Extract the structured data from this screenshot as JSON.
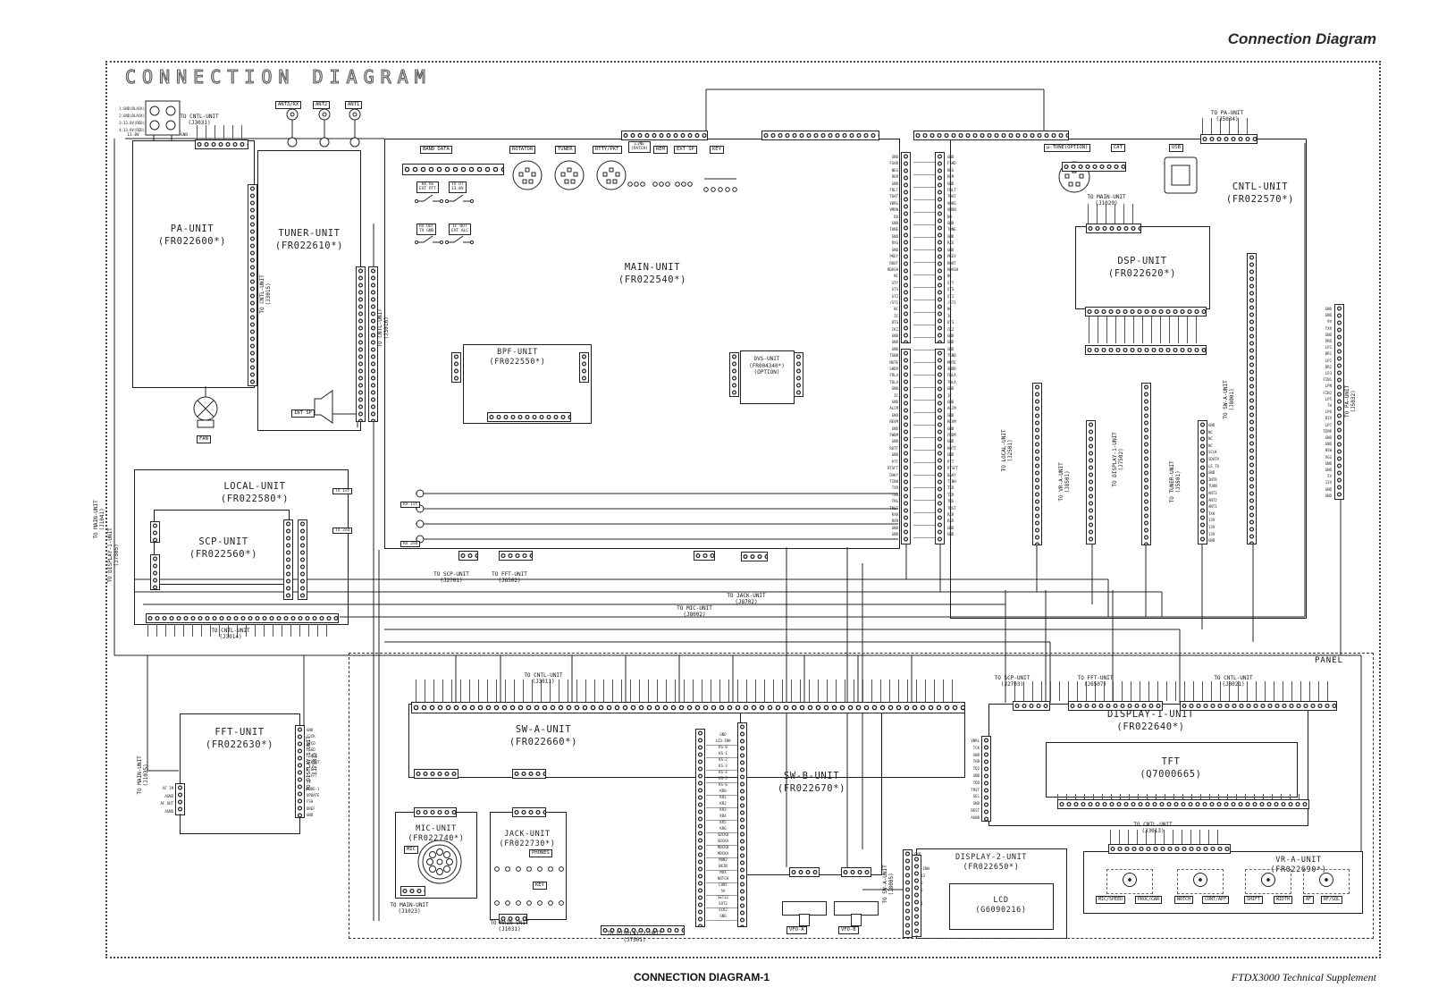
{
  "page": {
    "header_title": "Connection Diagram",
    "diagram_title": "CONNECTION DIAGRAM",
    "panel_label": "PANEL",
    "footer_left": "CONNECTION DIAGRAM-1",
    "footer_right": "FTDX3000 Technical Supplement"
  },
  "units": {
    "pa": "PA-UNIT\n(FR022600*)",
    "tuner": "TUNER-UNIT\n(FR022610*)",
    "main": "MAIN-UNIT\n(FR022540*)",
    "bpf": "BPF-UNIT\n(FR022550*)",
    "dvs": "DVS-UNIT\n(FR004340*)\n(OPTION)",
    "local": "LOCAL-UNIT\n(FR022580*)",
    "scp": "SCP-UNIT\n(FR022560*)",
    "dsp": "DSP-UNIT\n(FR022620*)",
    "cntl": "CNTL-UNIT\n(FR022570*)",
    "fft": "FFT-UNIT\n(FR022630*)",
    "swa": "SW-A-UNIT\n(FR022660*)",
    "swb": "SW-B-UNIT\n(FR022670*)",
    "mic": "MIC-UNIT\n(FR022740*)",
    "jack": "JACK-UNIT\n(FR022730*)",
    "disp1": "DISPLAY-1-UNIT\n(FR022640*)",
    "tft": "TFT\n(Q7000665)",
    "disp2": "DISPLAY-2-UNIT\n(FR022650*)",
    "lcd": "LCD\n(G6090216)",
    "vra": "VR-A-UNIT\n(FR022690*)"
  },
  "ports": {
    "band_data": "BAND DATA",
    "rotator": "ROTATOR",
    "tuner": "TUNER",
    "rtty": "RTTY/PKT",
    "line": "LINE\n(PATCH)",
    "rem": "REM",
    "ext_sp": "EXT SP",
    "key": "KEY",
    "utune": "µ-TUNE(OPTION)",
    "cat": "CAT",
    "usb": "USB",
    "ant3": "ANT3/RX",
    "ant2": "ANT2",
    "ant1": "ANT1",
    "mic": "MIC",
    "phones": "PHONES",
    "key_jack": "KEY",
    "fan": "FAN",
    "int_sp": "INT SP",
    "vfo_a": "VFO-A",
    "vfo_b": "VFO-B"
  },
  "options": [
    "RX US\nEXT PTT",
    "TX UT\n13.8V",
    "RX OUT\nTX GND",
    "IF OUT\nEXT ALC"
  ],
  "txrx": [
    "TX 1st",
    "RX 1st",
    "TX 2nd",
    "RX 2nd"
  ],
  "legend_dc": "1:GND(BLACK)\n2:GND(BLACK)\n3:13.8V(RED)\n4:13.8V(RED)",
  "power": {
    "v138": "13.8V",
    "gnd": "GND"
  },
  "vr": {
    "buttons": [
      "MIC/SPEED",
      "PROC/CAR",
      "NOTCH",
      "CONT/APF",
      "SHIFT",
      "WIDTH",
      "AF",
      "RF/SQL"
    ]
  },
  "ref_labels": [
    "TO CNTL-UNIT\n(J3031)",
    "TO PA-UNIT\n(J5034)",
    "TO MAIN-UNIT\n(J1029)",
    "TO SCP-UNIT\n(J2701)",
    "TO FFT-UNIT\n(J6502)",
    "TO MIC-UNIT\n(J8002)",
    "TO JACK-UNIT\n(J8702)",
    "TO CNTL-UNIT\n(J3014)",
    "TO MAIN-UNIT\n(J1023)",
    "TO MAIN-UNIT\n(J1031)",
    "TO DISPLAY-2-UNIT\n(J7501)",
    "TO SCP-UNIT\n(J2703)",
    "TO FFT-UNIT\n(J6507)",
    "TO CNTL-UNIT\n(J3021)",
    "TO CNTL-UNIT\n(J3013)",
    "TO CNTL-UNIT\n(J3011)",
    "TO MAIN-UNIT\n(J1035)",
    "TO DISPLAY-1-UNIT\n(J7503)",
    "TO CNTL-UNIT\n(J3015)",
    "TO CNTL-UNIT\n(J3016)",
    "TO LOCAL-UNIT\n(J2501)",
    "TO VR-A-UNIT\n(J8501)",
    "TO DISPLAY-1-UNIT\n(J7502)",
    "TO TUNER-UNIT\n(J5501)",
    "TO SW-A-UNIT\n(J8001)",
    "TO PA-UNIT\n(J5032)",
    "TO MAIN-UNIT\n(J1041)",
    "TO DISPLAY-1-UNIT\n(J7505)",
    "TO SW-A-UNIT\n(J8005)"
  ],
  "pins": {
    "center": [
      "GND",
      "FSHD",
      "NEG",
      "REM",
      "GND",
      "FRLT",
      "TOAT",
      "VDRG",
      "VMON",
      "DO",
      "GND",
      "TONE",
      "GND",
      "RXG",
      "GND",
      "PKEY",
      "ROOT",
      "RDASH",
      "NC",
      "STY",
      "STS",
      "ST2",
      "/ST1",
      "NC",
      "IC",
      "DTS",
      "CK2",
      "GND",
      "GND",
      "GND",
      "TSNB",
      "MUTE",
      "SHDR",
      "FRLA",
      "TOLA",
      "GND",
      "IC",
      "GND",
      "ALCM",
      "GND",
      "REVM",
      "GND",
      "FWDM",
      "GND",
      "ROTT",
      "GND",
      "PTT",
      "RTSFT",
      "DAKY",
      "TINH",
      "TXR",
      "TXR",
      "TRG",
      "TRST",
      "RXR",
      "RXR",
      "GND",
      "GND"
    ],
    "panel": [
      "GND",
      "LCD-INH",
      "KS-0",
      "KS-1",
      "KS-2",
      "KS-3",
      "KS-4",
      "KS-5",
      "KS-6",
      "KR0",
      "KR1",
      "KR2",
      "KR3",
      "KR4",
      "KR5",
      "KR6",
      "SDCKB",
      "SDCKA",
      "MDCKB",
      "MDCKA",
      "MON2",
      "BKIN",
      "MOX",
      "NOTCH",
      "CONT",
      "5V",
      "SET12",
      "SOT2",
      "SCK2",
      "GND"
    ],
    "fft_left": [
      "AF IN",
      "AGND",
      "AF OUT",
      "AGND"
    ],
    "fft_right": [
      "GND",
      "12CK",
      "12CD",
      "FSGD",
      "FSHCK",
      "SCPOUT",
      "F-FFT",
      "T-FFT",
      "5V",
      "MODE-1",
      "UPDATE",
      "FSH",
      "DREF",
      "GND"
    ],
    "swb_right": [
      "GND",
      "GND",
      "LCD-INH",
      "SET13",
      "SOT2",
      "SCK2",
      "GND",
      "CON1",
      "NC",
      "5V",
      "13V",
      "13V"
    ],
    "disp1_left": [
      "VBRL",
      "TCK",
      "GND",
      "THB",
      "TD2",
      "GND",
      "TDD",
      "TRST",
      "SEL",
      "GND",
      "REST",
      "AGND"
    ],
    "tuner_j3016": [
      "GND",
      "NC",
      "NC",
      "NC",
      "SCLK",
      "SDATA",
      "LE_TU",
      "GND",
      "INTR",
      "TUON",
      "ANT3",
      "ANT2",
      "ANT1",
      "TXH",
      "13V",
      "13V",
      "13V",
      "GND"
    ],
    "pa_j3015": [
      "GND",
      "GND",
      "9V",
      "TXR",
      "GND",
      "PRD",
      "LP1",
      "DR1",
      "LP2",
      "DR2",
      "LP3",
      "FIN1",
      "LPN",
      "FIN2",
      "LP5",
      "TH",
      "LP6",
      "DIV",
      "LP7",
      "TEMP",
      "GND",
      "GND",
      "HSW",
      "VGG",
      "GND",
      "GND",
      "5V",
      "13V",
      "GND",
      "GND"
    ]
  }
}
